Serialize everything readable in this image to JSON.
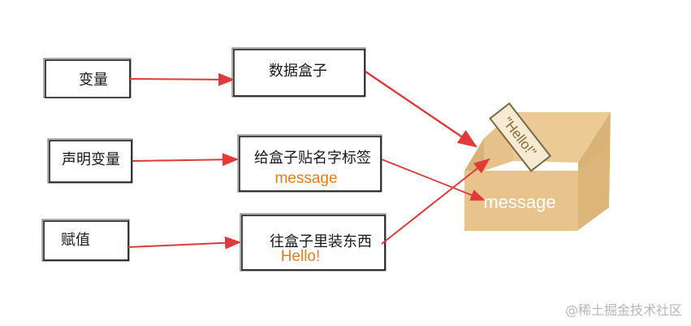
{
  "left_boxes": [
    {
      "label": "变量"
    },
    {
      "label": "声明变量"
    },
    {
      "label": "赋值"
    }
  ],
  "middle_boxes": [
    {
      "label": "数据盒子",
      "sub": ""
    },
    {
      "label": "给盒子贴名字标签",
      "sub": "message"
    },
    {
      "label": "往盒子里装东西",
      "sub": "Hello!"
    }
  ],
  "crate": {
    "label": "message",
    "tag": "\"Hello!\""
  },
  "watermark": "@稀土掘金技术社区",
  "colors": {
    "arrow": "#e03a3a",
    "box_stroke": "#1a1a1a",
    "sub_text": "#e67e22",
    "crate_fill": "#e8c48c",
    "crate_dark": "#d9b277",
    "tag_fill": "#f6ead2",
    "tag_stroke": "#7a6a4a"
  }
}
